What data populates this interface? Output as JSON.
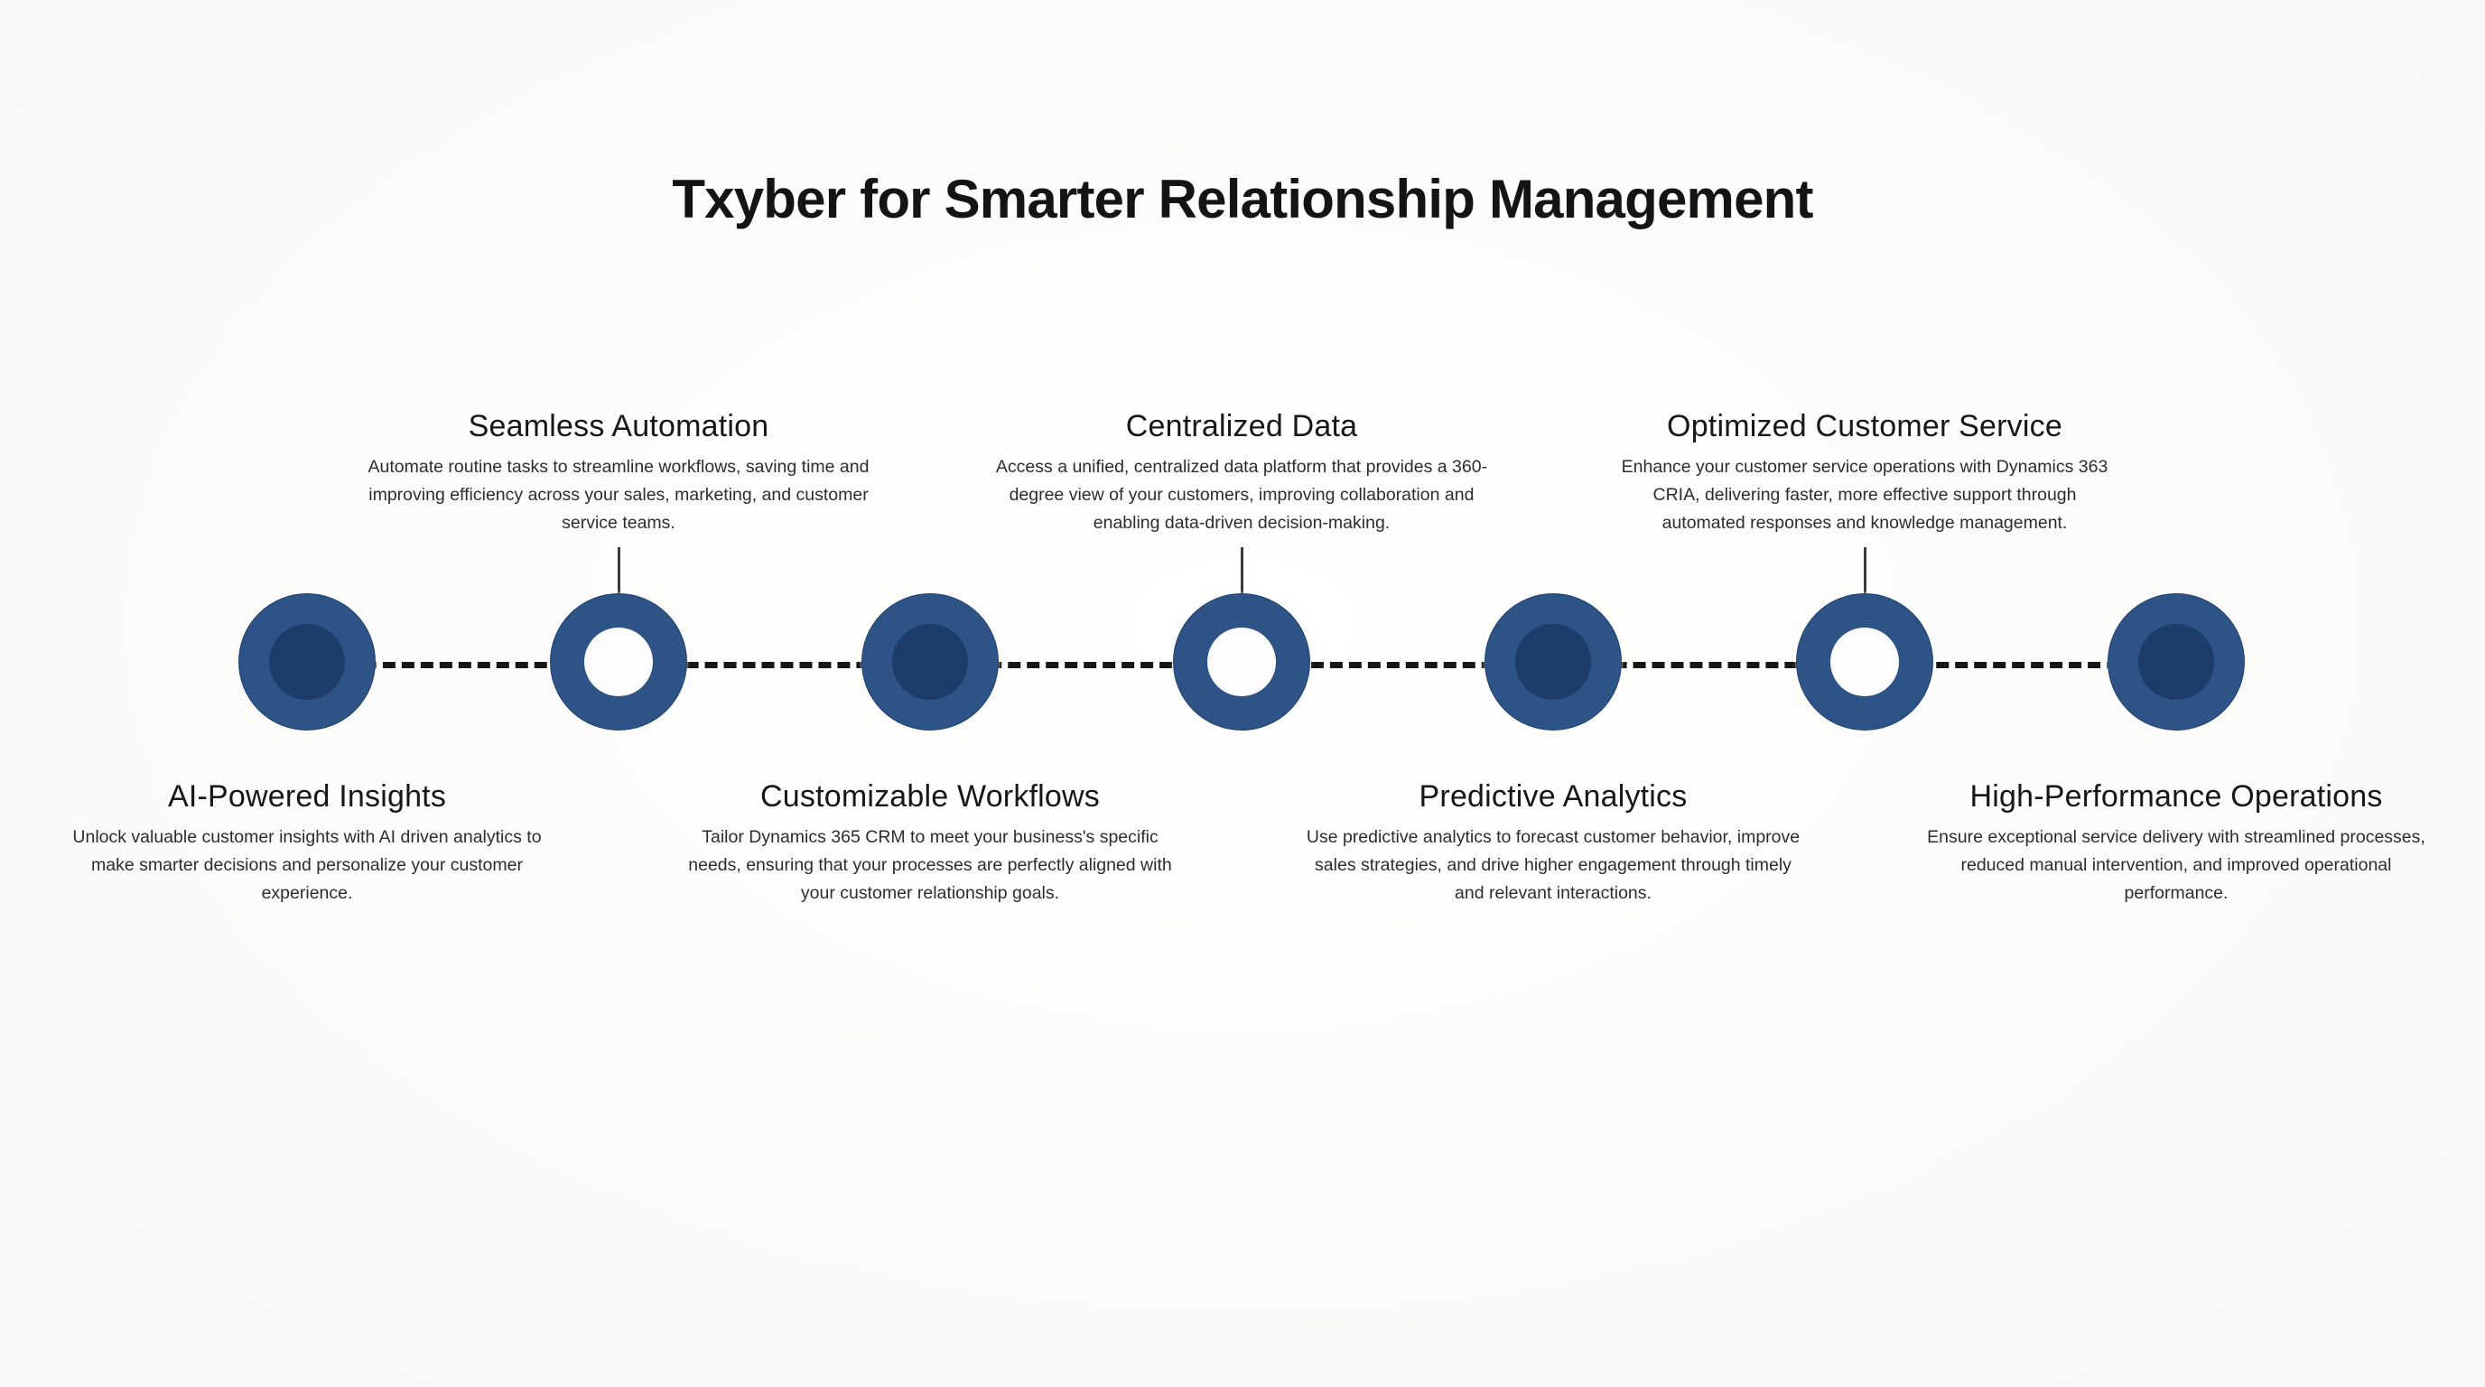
{
  "page": {
    "title": "Txyber for Smarter Relationship Management",
    "background_color": "#fcfcfc",
    "accent_color": "#2e5387",
    "accent_dark_color": "#1c3c69",
    "line_color": "#161616"
  },
  "timeline": {
    "node_count": 7,
    "node_styles": [
      "filled",
      "hollow",
      "filled",
      "hollow",
      "filled",
      "hollow",
      "filled"
    ],
    "node_positions_x": [
      340,
      685,
      1030,
      1375,
      1720,
      2065,
      2410
    ]
  },
  "top_items": [
    {
      "node_index": 1,
      "heading": "Seamless Automation",
      "body": "Automate routine tasks to streamline workflows, saving time and improving efficiency across your sales, marketing, and customer service teams."
    },
    {
      "node_index": 3,
      "heading": "Centralized Data",
      "body": "Access a unified, centralized data platform that provides a 360-degree view of your customers, improving collaboration and enabling data-driven decision-making."
    },
    {
      "node_index": 5,
      "heading": "Optimized Customer Service",
      "body": "Enhance your customer service operations with Dynamics 363 CRIA, delivering faster, more effective support through automated responses and knowledge management."
    }
  ],
  "bottom_items": [
    {
      "node_index": 0,
      "heading": "AI-Powered Insights",
      "body": "Unlock valuable customer insights with AI driven analytics to make smarter decisions and personalize your customer experience."
    },
    {
      "node_index": 2,
      "heading": "Customizable Workflows",
      "body": "Tailor Dynamics 365 CRM to meet your business's specific needs, ensuring that your processes are perfectly aligned with your customer relationship goals."
    },
    {
      "node_index": 4,
      "heading": "Predictive Analytics",
      "body": "Use predictive analytics to forecast customer behavior, improve sales strategies, and drive higher engagement through timely and relevant interactions."
    },
    {
      "node_index": 6,
      "heading": "High-Performance Operations",
      "body": "Ensure exceptional service delivery with streamlined processes, reduced manual intervention, and improved operational performance."
    }
  ]
}
